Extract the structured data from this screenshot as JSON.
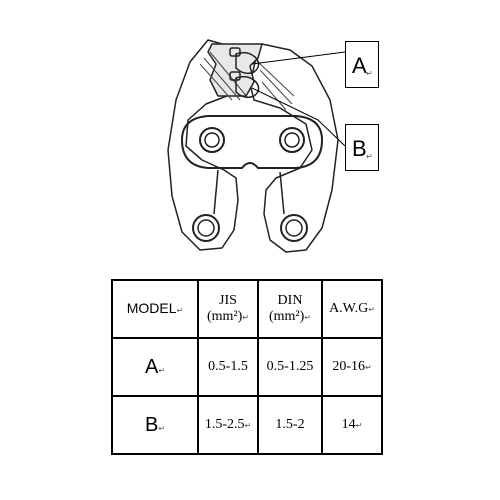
{
  "figure": {
    "callouts": [
      {
        "label": "A",
        "mark": "↵"
      },
      {
        "label": "B",
        "mark": "↵"
      }
    ]
  },
  "table": {
    "headers": {
      "model": "MODEL",
      "jis_line1": "JIS",
      "jis_line2": "(mm²)",
      "din_line1": "DIN",
      "din_line2": "(mm²)",
      "awg": "A.W.G"
    },
    "rows": [
      {
        "model": "A",
        "jis": "0.5-1.5",
        "din": "0.5-1.25",
        "awg": "20-16"
      },
      {
        "model": "B",
        "jis": "1.5-2.5",
        "din": "1.5-2",
        "awg": "14"
      }
    ],
    "mark": "↵"
  }
}
